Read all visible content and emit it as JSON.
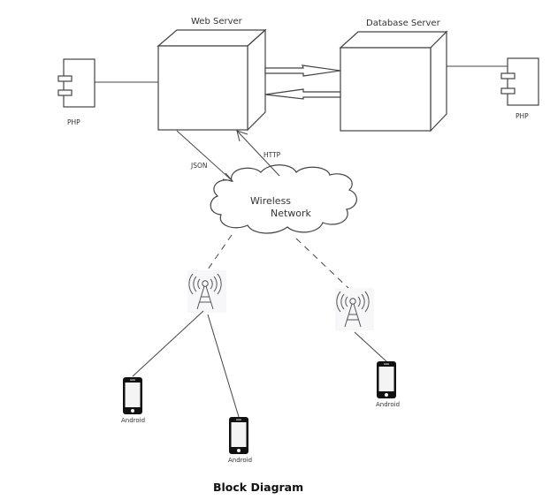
{
  "diagram": {
    "title": "Block Diagram",
    "nodes": {
      "web_server": {
        "label": "Web Server",
        "type": "server-cube"
      },
      "database_server": {
        "label": "Database Server",
        "type": "server-cube"
      },
      "php_left": {
        "label": "PHP",
        "type": "component"
      },
      "php_right": {
        "label": "PHP",
        "type": "component"
      },
      "wireless_network": {
        "label_line1": "Wireless",
        "label_line2": "Network",
        "type": "cloud"
      },
      "tower_left": {
        "label": "",
        "type": "cell-tower-icon"
      },
      "tower_right": {
        "label": "",
        "type": "cell-tower-icon"
      },
      "android_1": {
        "label": "Android",
        "type": "smartphone-icon"
      },
      "android_2": {
        "label": "Android",
        "type": "smartphone-icon"
      },
      "android_3": {
        "label": "Android",
        "type": "smartphone-icon"
      }
    },
    "edges": [
      {
        "from": "php_left",
        "to": "web_server",
        "label": "",
        "style": "solid"
      },
      {
        "from": "web_server",
        "to": "database_server",
        "label": "",
        "style": "hollow-arrow"
      },
      {
        "from": "database_server",
        "to": "web_server",
        "label": "",
        "style": "hollow-arrow"
      },
      {
        "from": "database_server",
        "to": "php_right",
        "label": "",
        "style": "solid"
      },
      {
        "from": "web_server",
        "to": "wireless_network",
        "label": "JSON",
        "style": "arrow"
      },
      {
        "from": "wireless_network",
        "to": "web_server",
        "label": "HTTP",
        "style": "arrow"
      },
      {
        "from": "wireless_network",
        "to": "tower_left",
        "label": "",
        "style": "dashed"
      },
      {
        "from": "wireless_network",
        "to": "tower_right",
        "label": "",
        "style": "dashed"
      },
      {
        "from": "tower_left",
        "to": "android_1",
        "label": "",
        "style": "solid"
      },
      {
        "from": "tower_left",
        "to": "android_2",
        "label": "",
        "style": "solid"
      },
      {
        "from": "tower_right",
        "to": "android_3",
        "label": "",
        "style": "solid"
      }
    ]
  }
}
